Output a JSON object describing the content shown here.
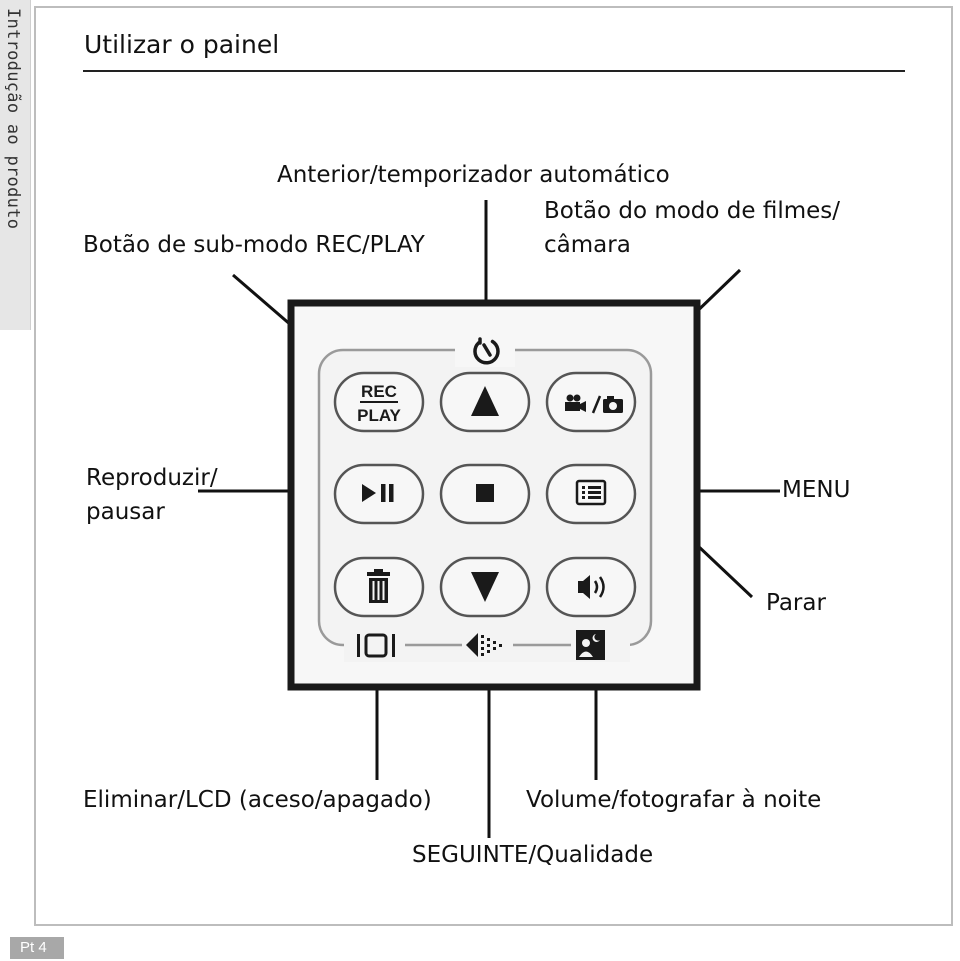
{
  "side_tab": "Introdução ao produto",
  "page_title": "Utilizar o painel",
  "labels": {
    "rec_play": "Botão de sub-modo REC/PLAY",
    "prev_timer": "Anterior/temporizador automático",
    "mode_line1": "Botão do modo de filmes/",
    "mode_line2": "câmara",
    "play_pause_line1": "Reproduzir/",
    "play_pause_line2": "pausar",
    "menu": "MENU",
    "stop": "Parar",
    "delete_lcd": "Eliminar/LCD (aceso/apagado)",
    "volume_night": "Volume/fotografar à noite",
    "next_quality": "SEGUINTE/Qualidade"
  },
  "panel_buttons": {
    "rec_top": "REC",
    "rec_bottom": "PLAY"
  },
  "page_number": "Pt 4"
}
